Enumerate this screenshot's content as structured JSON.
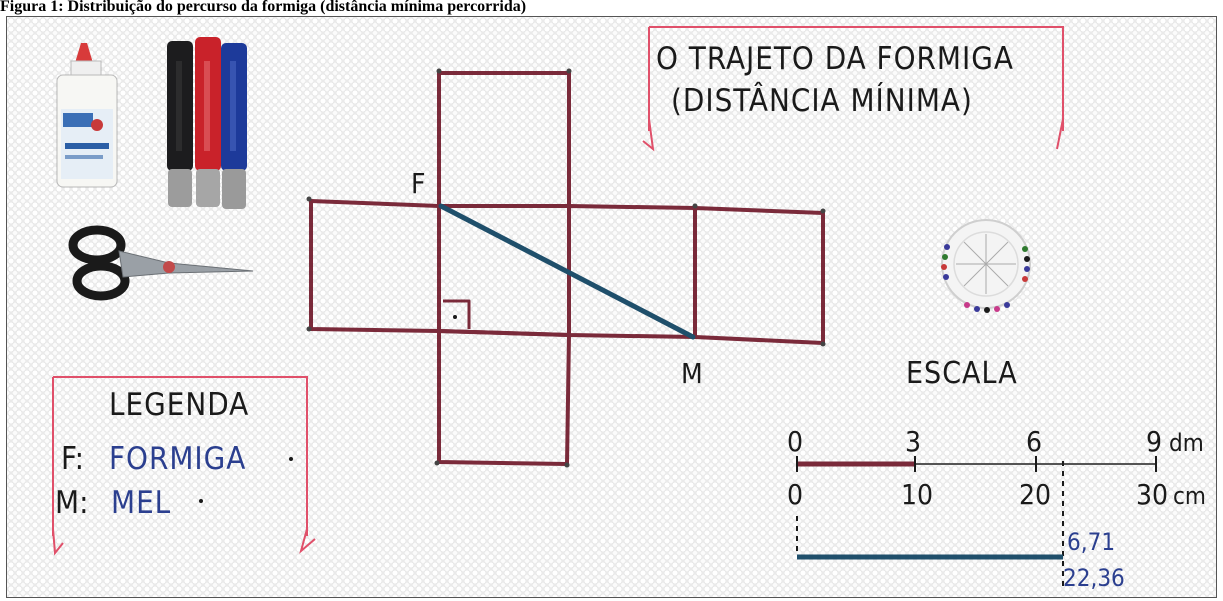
{
  "caption": {
    "text": "Figura 1: Distribuição do percurso da formiga (distância mínima percorrida)"
  },
  "title_box": {
    "line1": "O TRAJETO DA FORMIGA",
    "line2": "(DISTÂNCIA MÍNIMA)",
    "border_color": "#e0506a"
  },
  "net": {
    "label_f": "F",
    "label_m": "M",
    "edge_color": "#7a2a3a",
    "path_color": "#1f4f6b"
  },
  "legend": {
    "title": "LEGENDA",
    "f_key": "F:",
    "f_value": "FORMIGA",
    "m_key": "M:",
    "m_value": "MEL",
    "ink_color": "#2b3f8f",
    "border_color": "#e0506a"
  },
  "scale": {
    "title": "ESCALA",
    "dm_ticks": [
      "0",
      "3",
      "6",
      "9"
    ],
    "dm_unit": "dm",
    "cm_ticks": [
      "0",
      "10",
      "20",
      "30"
    ],
    "cm_unit": "cm",
    "path_dm": "6,71",
    "path_cm": "22,36",
    "red_bar_color": "#7a2a3a",
    "path_bar_color": "#1f4f6b"
  },
  "objects": {
    "glue_icon": "glue-bottle",
    "markers_icon": "markers-black-red-blue",
    "scissors_icon": "scissors",
    "pins_icon": "pin-cushion"
  }
}
